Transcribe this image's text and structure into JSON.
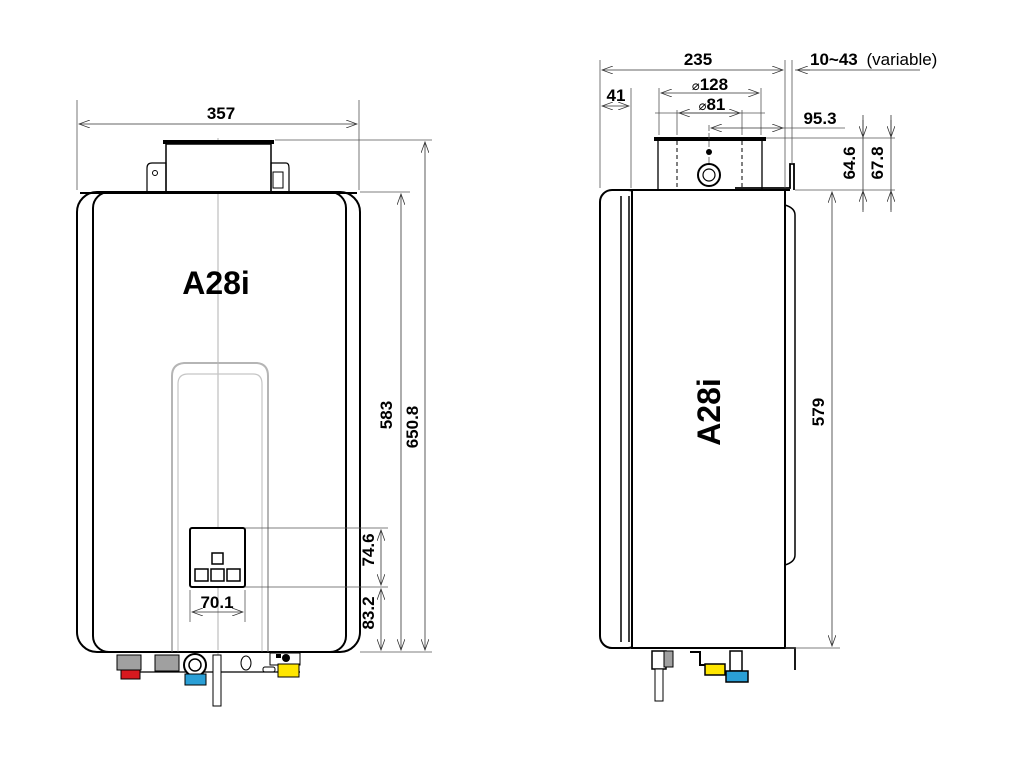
{
  "front_view": {
    "model_label": "A28i",
    "dimensions": {
      "width": "357",
      "body_height": "583",
      "total_height": "650.8",
      "panel_width": "70.1",
      "panel_height": "74.6",
      "panel_from_bottom": "83.2"
    }
  },
  "side_view": {
    "model_label": "A28i",
    "dimensions": {
      "depth": "235",
      "wall_clearance": "10~43",
      "wall_clearance_note": "(variable)",
      "front_offset": "41",
      "flue_outer_diameter": "128",
      "flue_inner_diameter": "81",
      "flue_center_to_wall": "95.3",
      "flue_height_a": "64.6",
      "flue_height_b": "67.8",
      "body_height": "579"
    },
    "diameter_symbol": "⌀"
  },
  "colors": {
    "hot_water_outlet": "#d7191f",
    "cold_water_inlet": "#2a9fd6",
    "gas_inlet": "#ffe600",
    "fitting_gray": "#a0a0a0",
    "centerline": "#b0b0b0"
  }
}
